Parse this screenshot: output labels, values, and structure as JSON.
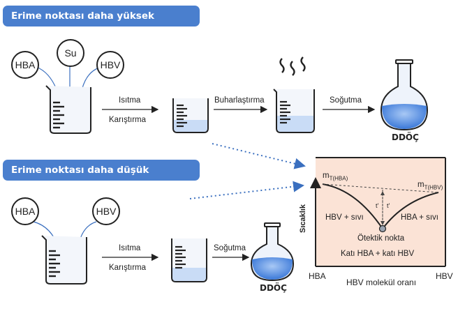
{
  "section_high": {
    "title": "Erime noktası daha yüksek bileşenler",
    "inputs": [
      "HBA",
      "Su",
      "HBV"
    ],
    "step1_top": "Isıtma",
    "step1_bottom": "Karıştırma",
    "step2": "Buharlaştırma",
    "step3": "Soğutma",
    "product": "DDÖÇ"
  },
  "section_low": {
    "title": "Erime noktası daha düşük bileşenler",
    "inputs": [
      "HBA",
      "HBV"
    ],
    "step1_top": "Isıtma",
    "step1_bottom": "Karıştırma",
    "step2": "Soğutma",
    "product": "DDÖÇ"
  },
  "phase_diagram": {
    "y_axis": "Sıcaklık",
    "x_axis": "HBV molekül oranı",
    "x_left": "HBA",
    "x_right": "HBV",
    "mt_left": "m",
    "mt_left_sub": "T(HBA)",
    "mt_right": "m",
    "mt_right_sub": "T(HBV)",
    "region_left": "HBV + sıvı",
    "region_right": "HBA + sıvı",
    "eutectic": "Ötektik nokta",
    "solid": "Katı HBA + katı HBV",
    "delta_left": "t'",
    "delta_right": "t'",
    "background": "#fbe3d6"
  }
}
